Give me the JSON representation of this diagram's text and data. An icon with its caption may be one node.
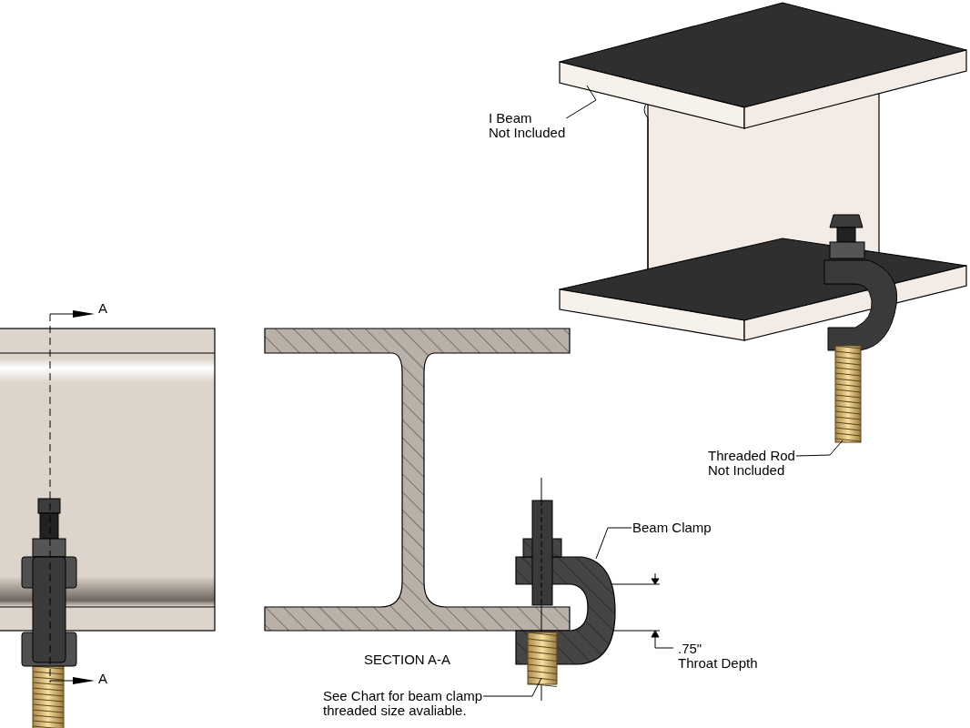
{
  "diagram": {
    "nodes": [
      {
        "text": [
          "I Beam Not Included"
        ]
      },
      {
        "text": [],
        "shape": "picture"
      },
      {
        "text": [
          "Threaded Rod Not Included"
        ]
      },
      {
        "text": [],
        "shape": "picture"
      },
      {
        "text": [
          "Beam Clamp"
        ]
      },
      {
        "text": [],
        "shape": "picture"
      },
      {
        "text": [
          "See Chart for beam clamp threaded size avaliable."
        ]
      },
      {
        "text": [],
        "shape": "picture"
      }
    ],
    "edges": [
      {
        "from": 0,
        "to": 1,
        "arrow": "none"
      },
      {
        "from": 2,
        "to": 3,
        "arrow": "none"
      },
      {
        "from": 4,
        "to": 5,
        "arrow": "none"
      },
      {
        "from": 6,
        "to": 7,
        "arrow": "none"
      }
    ],
    "labels": [
      "A",
      "A",
      "SECTION A-A",
      ".75\" Throat Depth"
    ]
  }
}
